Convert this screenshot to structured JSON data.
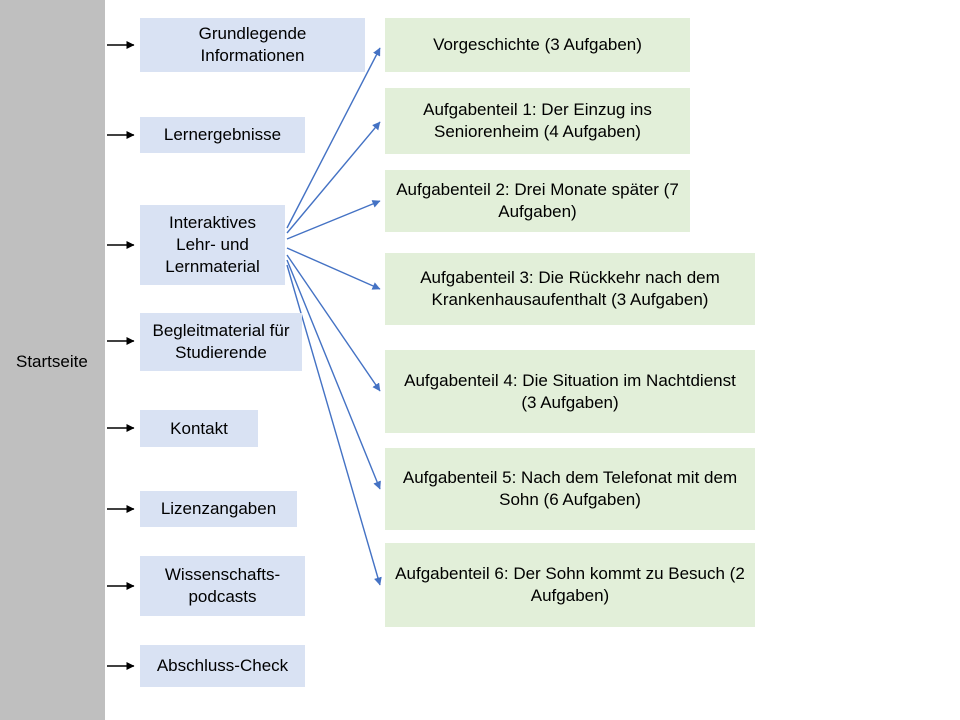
{
  "diagram": {
    "root_label": "Startseite",
    "nav_items": [
      {
        "label": "Grundlegende Informationen"
      },
      {
        "label": "Lernergebnisse"
      },
      {
        "label": "Interaktives Lehr- und Lernmaterial"
      },
      {
        "label": "Begleitmaterial für Studierende"
      },
      {
        "label": "Kontakt"
      },
      {
        "label": "Lizenzangaben"
      },
      {
        "label": "Wissenschafts-podcasts"
      },
      {
        "label": "Abschluss-Check"
      }
    ],
    "task_sections": [
      {
        "label": "Vorgeschichte (3 Aufgaben)"
      },
      {
        "label": "Aufgabenteil 1: Der Einzug ins Seniorenheim (4 Aufgaben)"
      },
      {
        "label": "Aufgabenteil 2: Drei Monate später (7 Aufgaben)"
      },
      {
        "label": "Aufgabenteil 3: Die Rückkehr nach dem Krankenhausaufenthalt (3 Aufgaben)"
      },
      {
        "label": "Aufgabenteil 4: Die Situation im Nachtdienst (3 Aufgaben)"
      },
      {
        "label": "Aufgabenteil 5: Nach dem Telefonat mit dem Sohn (6 Aufgaben)"
      },
      {
        "label": "Aufgabenteil 6: Der Sohn kommt zu Besuch (2 Aufgaben)"
      }
    ]
  },
  "colors": {
    "gray-bar": "#BFBFBF",
    "blue-box": "#D9E2F3",
    "green-box": "#E2EFD9",
    "blue-arrow": "#4472C4",
    "black-arrow": "#000000"
  }
}
